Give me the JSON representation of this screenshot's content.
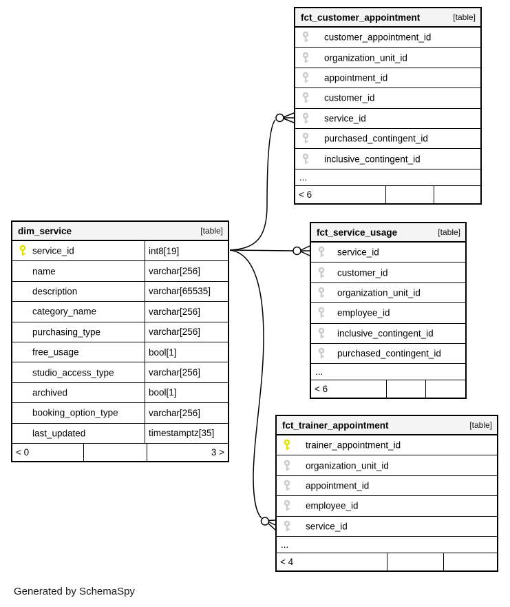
{
  "footer_note": "Generated by SchemaSpy",
  "colors": {
    "background": "#ffffff",
    "header_bg": "#f4f4f4",
    "border": "#000000",
    "pk_key": "#e3e300",
    "fk_key": "#cccccc",
    "line": "#000000"
  },
  "tables": [
    {
      "id": "fct_customer_appointment",
      "title": "fct_customer_appointment",
      "tag": "[table]",
      "columns": [
        {
          "name": "customer_appointment_id",
          "icon": "key-gray"
        },
        {
          "name": "organization_unit_id",
          "icon": "key-gray"
        },
        {
          "name": "appointment_id",
          "icon": "key-gray"
        },
        {
          "name": "customer_id",
          "icon": "key-gray"
        },
        {
          "name": "service_id",
          "icon": "key-gray"
        },
        {
          "name": "purchased_contingent_id",
          "icon": "key-gray"
        },
        {
          "name": "inclusive_contingent_id",
          "icon": "key-gray"
        }
      ],
      "ellipsis": "...",
      "footer_cells": [
        "< 6",
        "",
        ""
      ]
    },
    {
      "id": "dim_service",
      "title": "dim_service",
      "tag": "[table]",
      "columns": [
        {
          "name": "service_id",
          "type": "int8[19]",
          "icon": "key-yellow"
        },
        {
          "name": "name",
          "type": "varchar[256]"
        },
        {
          "name": "description",
          "type": "varchar[65535]"
        },
        {
          "name": "category_name",
          "type": "varchar[256]"
        },
        {
          "name": "purchasing_type",
          "type": "varchar[256]"
        },
        {
          "name": "free_usage",
          "type": "bool[1]"
        },
        {
          "name": "studio_access_type",
          "type": "varchar[256]"
        },
        {
          "name": "archived",
          "type": "bool[1]"
        },
        {
          "name": "booking_option_type",
          "type": "varchar[256]"
        },
        {
          "name": "last_updated",
          "type": "timestamptz[35]"
        }
      ],
      "footer_cells": [
        "< 0",
        "",
        "3 >"
      ]
    },
    {
      "id": "fct_service_usage",
      "title": "fct_service_usage",
      "tag": "[table]",
      "columns": [
        {
          "name": "service_id",
          "icon": "key-gray"
        },
        {
          "name": "customer_id",
          "icon": "key-gray"
        },
        {
          "name": "organization_unit_id",
          "icon": "key-gray"
        },
        {
          "name": "employee_id",
          "icon": "key-gray"
        },
        {
          "name": "inclusive_contingent_id",
          "icon": "key-gray"
        },
        {
          "name": "purchased_contingent_id",
          "icon": "key-gray"
        }
      ],
      "ellipsis": "...",
      "footer_cells": [
        "< 6",
        "",
        ""
      ]
    },
    {
      "id": "fct_trainer_appointment",
      "title": "fct_trainer_appointment",
      "tag": "[table]",
      "columns": [
        {
          "name": "trainer_appointment_id",
          "icon": "key-yellow"
        },
        {
          "name": "organization_unit_id",
          "icon": "key-gray"
        },
        {
          "name": "appointment_id",
          "icon": "key-gray"
        },
        {
          "name": "employee_id",
          "icon": "key-gray"
        },
        {
          "name": "service_id",
          "icon": "key-gray"
        }
      ],
      "ellipsis": "...",
      "footer_cells": [
        "< 4",
        "",
        ""
      ]
    }
  ],
  "relationships": [
    {
      "from": "dim_service.service_id",
      "to": "fct_customer_appointment.service_id",
      "cardinality": "zero-or-many"
    },
    {
      "from": "dim_service.service_id",
      "to": "fct_service_usage.service_id",
      "cardinality": "zero-or-many"
    },
    {
      "from": "dim_service.service_id",
      "to": "fct_trainer_appointment.service_id",
      "cardinality": "zero-or-many"
    }
  ]
}
